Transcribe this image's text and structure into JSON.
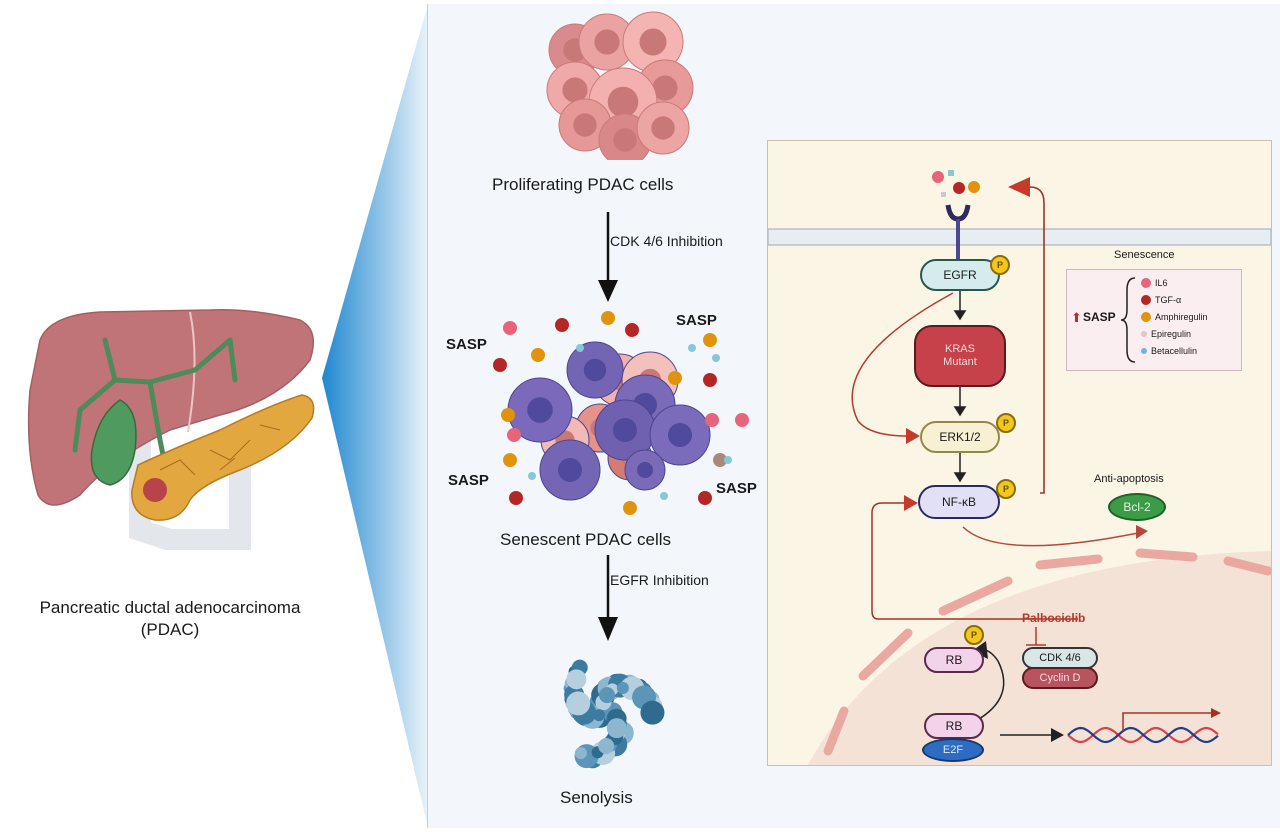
{
  "figure": {
    "organ_label_line1": "Pancreatic ductal adenocarcinoma",
    "organ_label_line2": "(PDAC)",
    "stages": {
      "proliferating": "Proliferating PDAC cells",
      "senescent": "Senescent PDAC cells",
      "senolysis": "Senolysis"
    },
    "arrows": {
      "cdk_inhibition": "CDK 4/6 Inhibition",
      "egfr_inhibition": "EGFR Inhibition"
    },
    "sasp_labels": [
      "SASP",
      "SASP",
      "SASP",
      "SASP"
    ],
    "colors": {
      "wedge_blue": "#1e88d0",
      "pathway_bg": "#fbf5e6",
      "inhibition_red": "#b53a2c",
      "phospho_yellow": "#f2c81f"
    }
  },
  "pathway": {
    "legend": {
      "title": "Senescence",
      "sasp_label": "SASP",
      "items": [
        {
          "label": "IL6",
          "color": "#e8647a"
        },
        {
          "label": "TGF-α",
          "color": "#b52626"
        },
        {
          "label": "Amphiregulin",
          "color": "#e0940e"
        },
        {
          "label": "Epiregulin",
          "color": "#e9c3c6"
        },
        {
          "label": "Betacellulin",
          "color": "#6fb6e0"
        }
      ]
    },
    "nodes": {
      "egfr": "EGFR",
      "kras_line1": "KRAS",
      "kras_line2": "Mutant",
      "erk": "ERK1/2",
      "nfkb": "NF-κB",
      "bcl2": "Bcl-2",
      "rb_p": "RB",
      "rb": "RB",
      "e2f": "E2F",
      "cdk": "CDK 4/6",
      "cyclin": "Cyclin D"
    },
    "phospho_symbol": "P",
    "anti_apoptosis": "Anti-apoptosis",
    "palbociclib": "Palbociclib"
  }
}
